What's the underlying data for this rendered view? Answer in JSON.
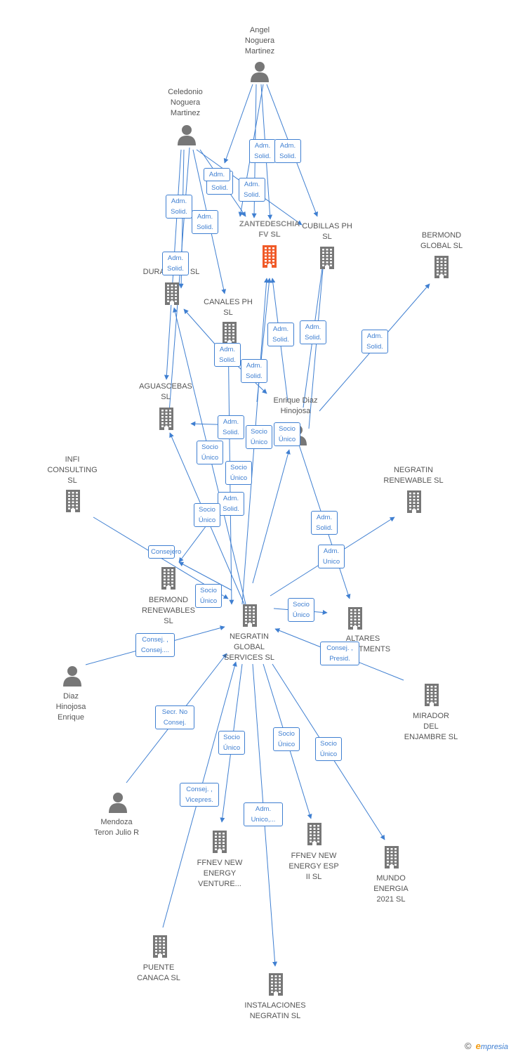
{
  "colors": {
    "edge": "#3f7fd1",
    "node": "#777777",
    "highlight": "#f05a28"
  },
  "nodes": [
    {
      "id": "angel",
      "type": "person",
      "label": "Angel\nNoguera\nMartinez"
    },
    {
      "id": "celedonio",
      "type": "person",
      "label": "Celedonio\nNoguera\nMartinez"
    },
    {
      "id": "zantedeschia",
      "type": "company",
      "label": "ZANTEDESCHIA\nFV  SL",
      "highlight": true
    },
    {
      "id": "cubillas",
      "type": "company",
      "label": "CUBILLAS PH\nSL"
    },
    {
      "id": "bermond_global",
      "type": "company",
      "label": "BERMOND\nGLOBAL  SL"
    },
    {
      "id": "durana",
      "type": "company",
      "label": "DURANA PH  SL"
    },
    {
      "id": "canales",
      "type": "company",
      "label": "CANALES PH\nSL"
    },
    {
      "id": "aguascebas",
      "type": "company",
      "label": "AGUASCEBAS\nSL"
    },
    {
      "id": "enrique",
      "type": "person",
      "label": "Enrique Diaz\nHinojosa"
    },
    {
      "id": "infi",
      "type": "company",
      "label": "INFI\nCONSULTING\nSL"
    },
    {
      "id": "negratin_renew",
      "type": "company",
      "label": "NEGRATIN\nRENEWABLE  SL"
    },
    {
      "id": "bermond_renew",
      "type": "company",
      "label": "BERMOND\nRENEWABLES\nSL"
    },
    {
      "id": "negratin_global",
      "type": "company",
      "label": "NEGRATIN\nGLOBAL\nSERVICES  SL"
    },
    {
      "id": "altares",
      "type": "company",
      "label": "ALTARES\nINVESTMENTS"
    },
    {
      "id": "diaz_hinojosa",
      "type": "person",
      "label": "Diaz\nHinojosa\nEnrique"
    },
    {
      "id": "mirador",
      "type": "company",
      "label": "MIRADOR\nDEL\nENJAMBRE SL"
    },
    {
      "id": "mendoza",
      "type": "person",
      "label": "Mendoza\nTeron Julio R"
    },
    {
      "id": "ffnev_venture",
      "type": "company",
      "label": "FFNEV NEW\nENERGY\nVENTURE..."
    },
    {
      "id": "ffnev_esp",
      "type": "company",
      "label": "FFNEV NEW\nENERGY ESP\nII  SL"
    },
    {
      "id": "mundo",
      "type": "company",
      "label": "MUNDO\nENERGIA\n2021  SL"
    },
    {
      "id": "puente",
      "type": "company",
      "label": "PUENTE\nCANACA SL"
    },
    {
      "id": "instalaciones",
      "type": "company",
      "label": "INSTALACIONES\nNEGRATIN SL"
    }
  ],
  "edge_labels": [
    "Adm.\nSolid.",
    "Adm.\nSolid.",
    "Adm.\nSolid.",
    "Adm.\nSolid.",
    "Adm.\nSolid.",
    "Adm.\nSolid.",
    "Adm.\nSolid.",
    "Adm.\nSolid.",
    "Adm.\nSolid.",
    "Adm.\nSolid.",
    "Adm.\nSolid.",
    "Adm.\nSolid.",
    "Adm.\nSolid.",
    "Adm.\nSolid.",
    "Adm.\nSolid.",
    "Adm.\nSolid.",
    "Socio\nÚnico",
    "Socio\nÚnico",
    "Socio\nÚnico",
    "Socio\nÚnico",
    "Socio\nÚnico",
    "Socio\nÚnico",
    "Socio\nÚnico",
    "Socio\nÚnico",
    "Socio\nÚnico",
    "Socio\nÚnico",
    "Consejero",
    "Adm.\nUnico",
    "Consej. ,\nConsej....",
    "Consej. ,\nPresid.",
    "Secr.  No\nConsej.",
    "Consej. ,\nVicepres.",
    "Adm.\nUnico,...",
    "Adm."
  ],
  "footer": {
    "copyright": "©",
    "brand": "mpresia",
    "brand_initial": "e"
  }
}
